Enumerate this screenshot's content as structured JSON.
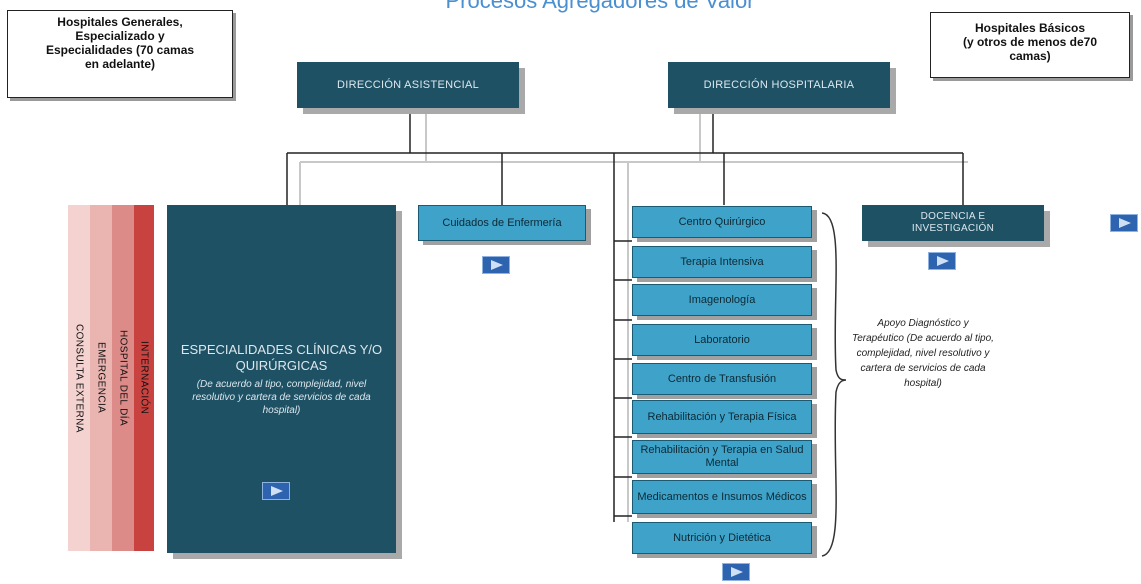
{
  "title": "Procesos Agregadores de Valor",
  "note_left": [
    "Hospitales Generales,",
    "Especializado y",
    "Especialidades (70 camas",
    "en adelante)"
  ],
  "note_right": [
    "Hospitales Básicos",
    "(y otros de menos de70",
    "camas)"
  ],
  "direcciones": {
    "asistencial": "DIRECCIÓN ASISTENCIAL",
    "hospitalaria": "DIRECCIÓN HOSPITALARIA"
  },
  "strips": [
    "CONSULTA EXTERNA",
    "EMERGENCIA",
    "HOSPITAL DEL DÍA",
    "INTERNACIÓN"
  ],
  "especialidades": {
    "title": "ESPECIALIDADES CLÍNICAS Y/O QUIRÚRGICAS",
    "subtitle": "(De acuerdo al tipo, complejidad, nivel resolutivo y cartera de servicios de cada hospital)"
  },
  "enfermeria": "Cuidados de Enfermería",
  "servicios": [
    "Centro Quirúrgico",
    "Terapia Intensiva",
    "Imagenología",
    "Laboratorio",
    "Centro de Transfusión",
    "Rehabilitación y Terapia Física",
    "Rehabilitación y Terapia en Salud Mental",
    "Medicamentos e Insumos Médicos",
    "Nutrición y Dietética"
  ],
  "docencia": "DOCENCIA E INVESTIGACIÓN",
  "apoyo": "Apoyo Diagnóstico y Terapéutico (De acuerdo al tipo, complejidad, nivel resolutivo y cartera de servicios de cada hospital)",
  "colors": {
    "dark_box": "#1f5164",
    "light_box": "#3fa2c9",
    "strip_1": "#f4d2d0",
    "strip_2": "#eab4b1",
    "strip_3": "#dd8b88",
    "strip_4": "#c8423f",
    "button": "#2e63b0",
    "title": "#4a8fd0"
  }
}
